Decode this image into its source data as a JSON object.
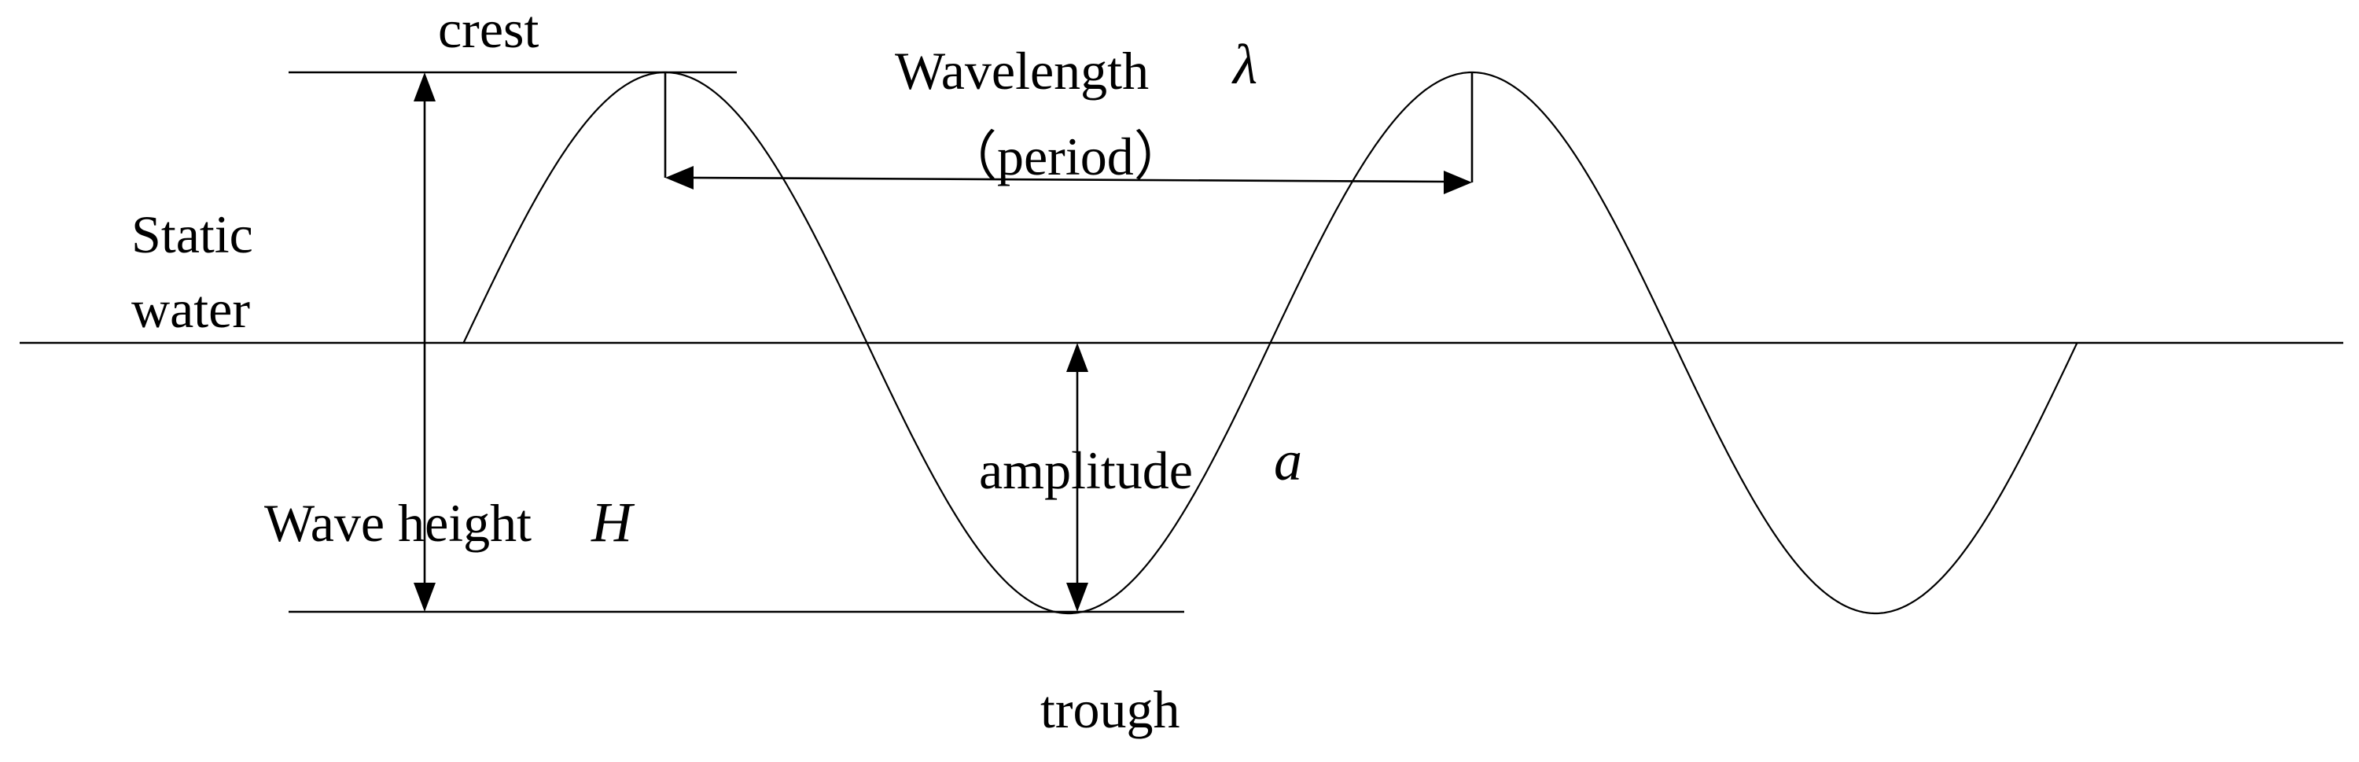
{
  "diagram": {
    "labels": {
      "crest": "crest",
      "wavelength": "Wavelength",
      "wavelength_symbol": "λ",
      "period": "（period）",
      "static_water_line1": "Static",
      "static_water_line2": "water",
      "amplitude": "amplitude",
      "amplitude_symbol": "a",
      "wave_height": "Wave height",
      "wave_height_symbol": "H",
      "trough": "trough"
    },
    "colors": {
      "stroke": "#000000",
      "background": "#ffffff"
    }
  }
}
